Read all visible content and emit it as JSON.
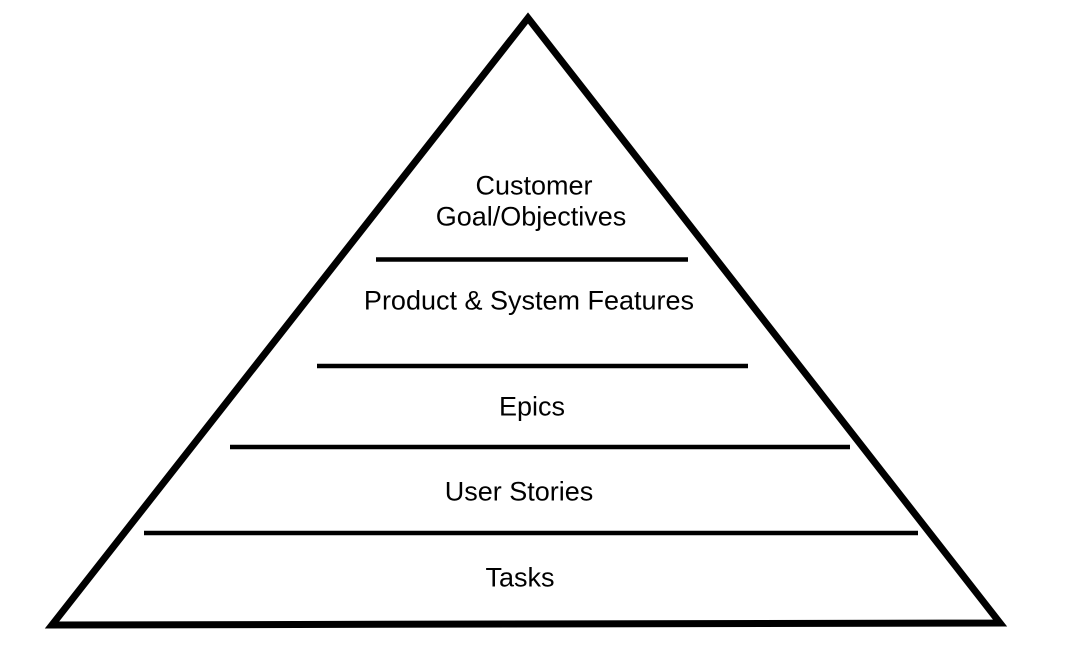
{
  "pyramid": {
    "levels": [
      {
        "id": "customer-goal-objectives",
        "label_line1": "Customer",
        "label_line2": "Goal/Objectives"
      },
      {
        "id": "product-system-features",
        "label": "Product & System Features"
      },
      {
        "id": "epics",
        "label": "Epics"
      },
      {
        "id": "user-stories",
        "label": "User Stories"
      },
      {
        "id": "tasks",
        "label": "Tasks"
      }
    ],
    "colors": {
      "outline": "#000000",
      "divider": "#000000",
      "text": "#000000",
      "background": "#ffffff"
    }
  }
}
